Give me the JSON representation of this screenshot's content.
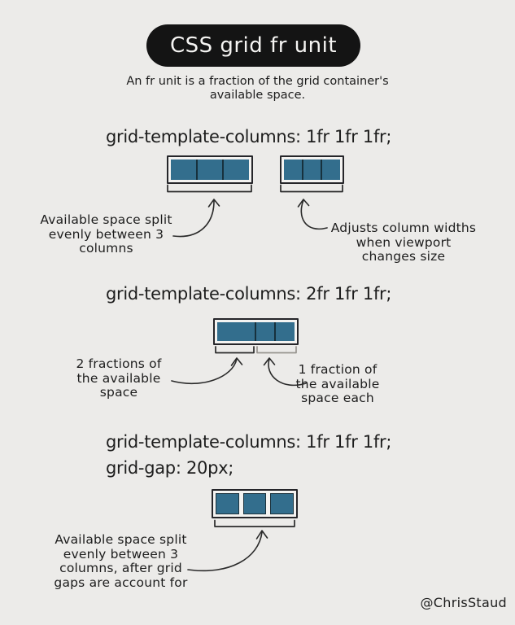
{
  "page": {
    "background": "#ECEBE9",
    "ink": "#1D1D1D",
    "credit": "@ChrisStaud"
  },
  "colors": {
    "cell_blue": "#336E8D",
    "container_bg": "#F4F3F1",
    "pill_bg": "#141414",
    "stroke": "#2A2A2A"
  },
  "title": {
    "label": "CSS grid fr unit"
  },
  "subtitle": {
    "text": "An fr unit is a fraction of the grid container's\navailable space."
  },
  "sections": [
    {
      "code": "grid-template-columns: 1fr 1fr 1fr;",
      "grids": [
        {
          "fr": [
            1,
            1,
            1
          ],
          "gap": 0
        },
        {
          "fr": [
            1,
            1,
            1
          ],
          "gap": 0
        }
      ],
      "annotations": [
        {
          "text": "Available space split\nevenly between 3\ncolumns"
        },
        {
          "text": "Adjusts column widths\nwhen viewport\nchanges size"
        }
      ]
    },
    {
      "code": "grid-template-columns: 2fr 1fr 1fr;",
      "grids": [
        {
          "fr": [
            2,
            1,
            1
          ],
          "gap": 0
        }
      ],
      "annotations": [
        {
          "text": "2 fractions of\nthe available\nspace"
        },
        {
          "text": "1 fraction of\nthe available\nspace each"
        }
      ]
    },
    {
      "code_lines": [
        "grid-template-columns: 1fr 1fr 1fr;",
        "grid-gap: 20px;"
      ],
      "grids": [
        {
          "fr": [
            1,
            1,
            1
          ],
          "gap": 5
        }
      ],
      "annotations": [
        {
          "text": "Available space split\nevenly between 3\ncolumns, after grid\ngaps are account for"
        }
      ]
    }
  ]
}
